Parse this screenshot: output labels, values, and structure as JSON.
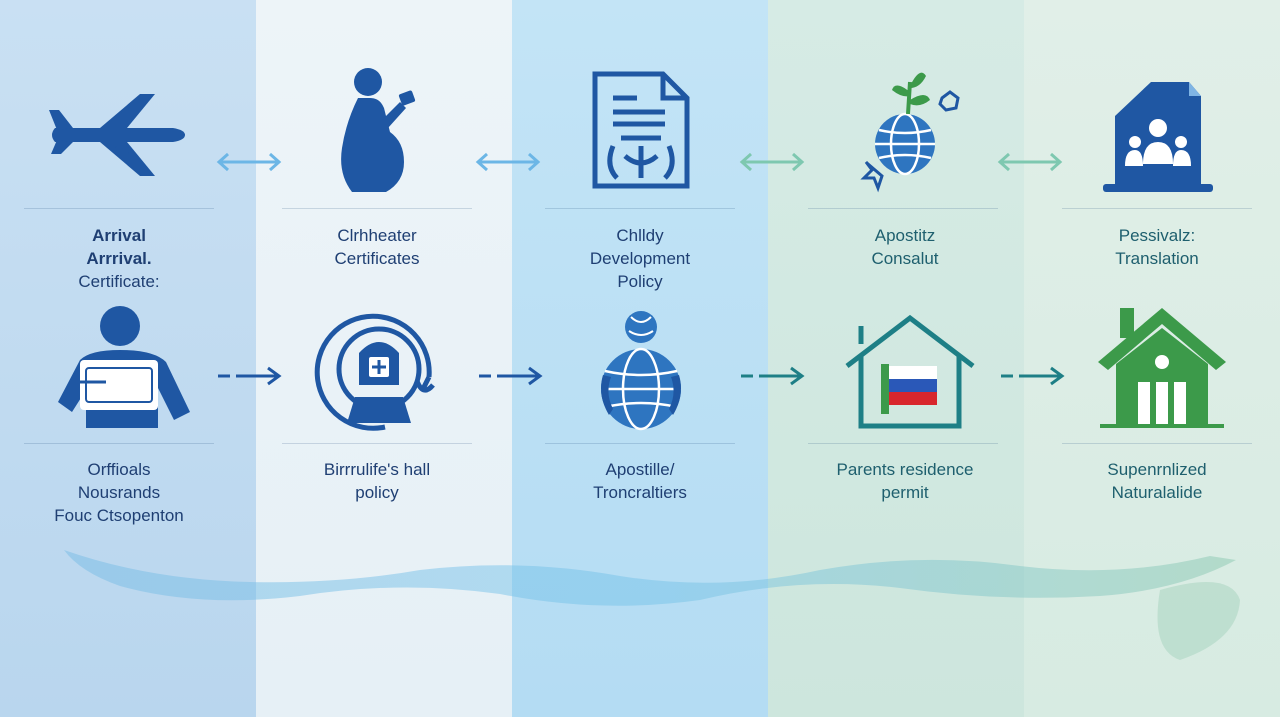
{
  "colors": {
    "blue_dark": "#1f57a3",
    "blue_mid": "#2e75c0",
    "teal": "#1e7f86",
    "green": "#3c9a4a",
    "arrow_light_blue": "#6cb6e6",
    "arrow_teal": "#7ec8b0",
    "text": "#1f3f73"
  },
  "top_row": [
    {
      "icon": "airplane-icon",
      "label": [
        "Arrival",
        "Arrrival.",
        "Certificate:"
      ]
    },
    {
      "icon": "pregnant-woman-icon",
      "label": [
        "Clrhheater",
        "Certificates"
      ]
    },
    {
      "icon": "document-icon",
      "label": [
        "Chlldy",
        "Development",
        "Policy"
      ]
    },
    {
      "icon": "globe-plant-icon",
      "label": [
        "Apostitz",
        "Consalut"
      ]
    },
    {
      "icon": "family-folder-icon",
      "label": [
        "Pessivalz:",
        "Translation"
      ]
    }
  ],
  "bottom_row": [
    {
      "icon": "person-card-icon",
      "label": [
        "Orffioals",
        "Nousrands",
        "Fouc Ctsopenton"
      ]
    },
    {
      "icon": "medical-seal-icon",
      "label": [
        "Birrrulife's hall",
        "policy"
      ]
    },
    {
      "icon": "globe-hands-icon",
      "label": [
        "Apostille/",
        "Troncraltiers"
      ]
    },
    {
      "icon": "house-flag-icon",
      "label": [
        "Parents residence",
        "permit"
      ]
    },
    {
      "icon": "green-house-icon",
      "label": [
        "Supenrnlized",
        "Naturalalide"
      ]
    }
  ],
  "top_arrows": [
    "double-arrow-icon",
    "double-arrow-icon",
    "double-arrow-icon",
    "double-arrow-icon"
  ],
  "bottom_arrows": [
    "right-arrow-icon",
    "right-arrow-icon",
    "right-arrow-icon",
    "right-arrow-icon"
  ]
}
